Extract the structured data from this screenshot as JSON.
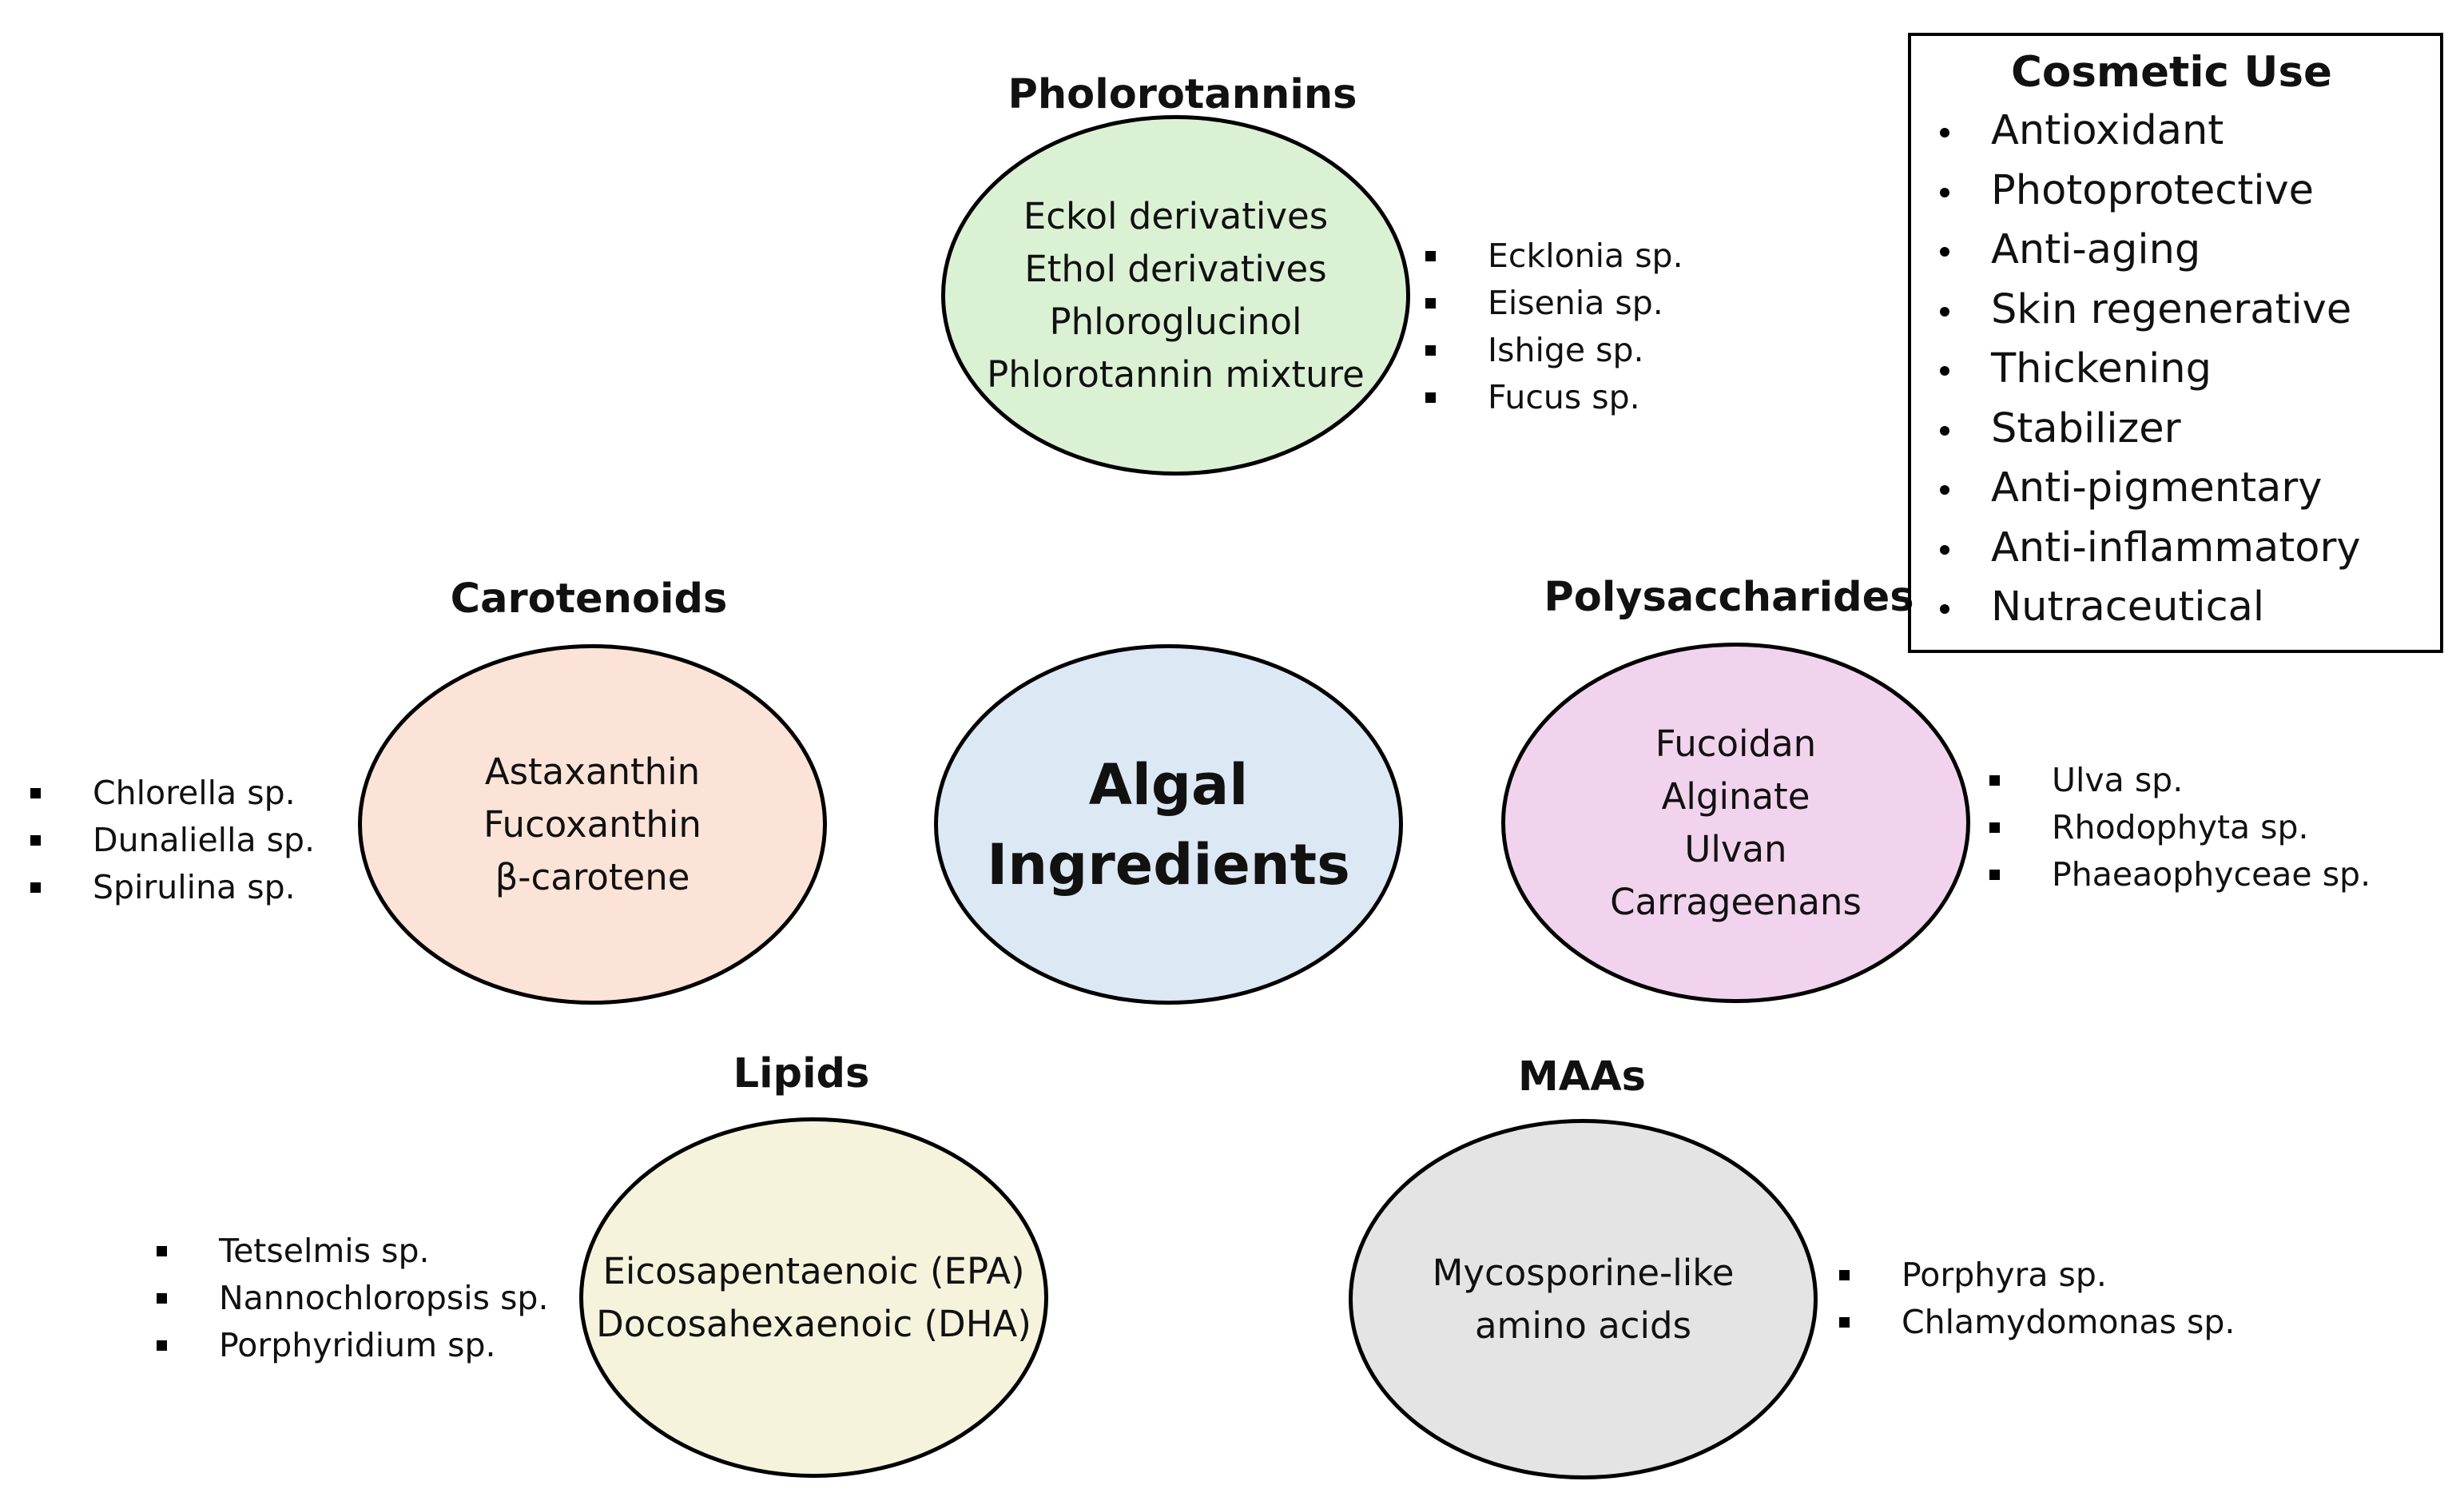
{
  "center": {
    "line1": "Algal",
    "line2": "Ingredients",
    "fill": "#dde8f5"
  },
  "categories": {
    "phlorotannins": {
      "title": "Pholorotannins",
      "fill": "#dbf1d4",
      "items": [
        "Eckol derivatives",
        "Ethol derivatives",
        "Phloroglucinol",
        "Phlorotannin mixture"
      ],
      "species": [
        "Ecklonia sp.",
        "Eisenia sp.",
        "Ishige sp.",
        "Fucus sp."
      ]
    },
    "carotenoids": {
      "title": "Carotenoids",
      "fill": "#fbe3d7",
      "items": [
        "Astaxanthin",
        "Fucoxanthin",
        "β-carotene"
      ],
      "species": [
        "Chlorella sp.",
        "Dunaliella sp.",
        "Spirulina sp."
      ]
    },
    "polysaccharides": {
      "title": "Polysaccharides",
      "fill": "#f2d3ee",
      "items": [
        "Fucoidan",
        "Alginate",
        "Ulvan",
        "Carrageenans"
      ],
      "species": [
        "Ulva sp.",
        "Rhodophyta sp.",
        "Phaeaophyceae sp."
      ]
    },
    "lipids": {
      "title": "Lipids",
      "fill": "#f6f3dc",
      "items": [
        "Eicosapentaenoic (EPA)",
        "Docosahexaenoic (DHA)"
      ],
      "species": [
        "Tetselmis sp.",
        "Nannochloropsis sp.",
        "Porphyridium sp."
      ]
    },
    "maas": {
      "title": "MAAs",
      "fill": "#e4e4e4",
      "items": [
        "Mycosporine-like",
        "amino acids"
      ],
      "species": [
        "Porphyra sp.",
        "Chlamydomonas sp."
      ]
    }
  },
  "cosmetic_use": {
    "title": "Cosmetic Use",
    "items": [
      "Antioxidant",
      "Photoprotective",
      "Anti-aging",
      "Skin regenerative",
      "Thickening",
      "Stabilizer",
      "Anti-pigmentary",
      "Anti-inflammatory",
      "Nutraceutical"
    ]
  }
}
